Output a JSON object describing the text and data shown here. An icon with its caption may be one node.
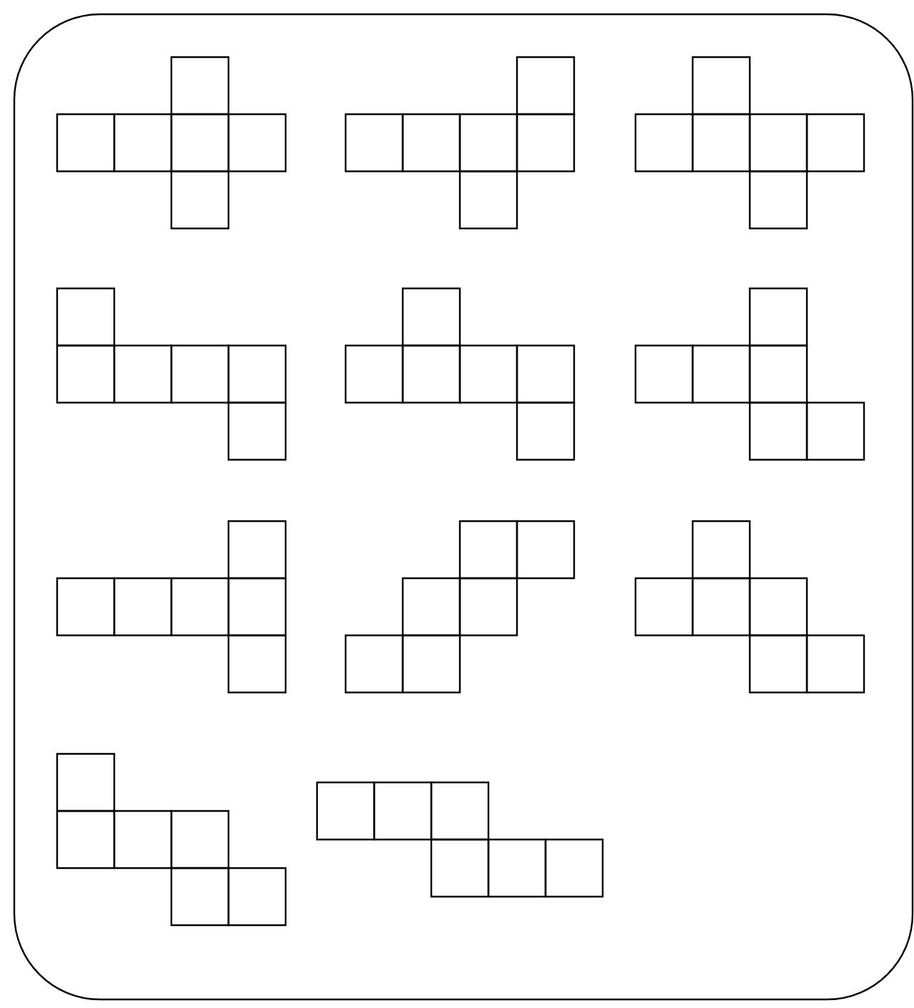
{
  "diagram": {
    "nodes": [
      {
        "text": [],
        "shape": "box"
      },
      {
        "text": [],
        "shape": "box"
      },
      {
        "text": [],
        "shape": "box"
      },
      {
        "text": [],
        "shape": "box"
      },
      {
        "text": [],
        "shape": "box"
      },
      {
        "text": [],
        "shape": "box"
      },
      {
        "text": [],
        "shape": "box"
      },
      {
        "text": [],
        "shape": "box"
      },
      {
        "text": [],
        "shape": "box"
      },
      {
        "text": [],
        "shape": "box"
      },
      {
        "text": [],
        "shape": "box"
      },
      {
        "text": [],
        "shape": "box"
      },
      {
        "text": [],
        "shape": "box"
      },
      {
        "text": [],
        "shape": "box"
      },
      {
        "text": [],
        "shape": "box"
      },
      {
        "text": [],
        "shape": "box"
      },
      {
        "text": [],
        "shape": "box"
      },
      {
        "text": [],
        "shape": "box"
      },
      {
        "text": [],
        "shape": "box"
      },
      {
        "text": [],
        "shape": "box"
      },
      {
        "text": [],
        "shape": "box"
      },
      {
        "text": [],
        "shape": "box"
      },
      {
        "text": [],
        "shape": "box"
      },
      {
        "text": [],
        "shape": "box"
      },
      {
        "text": [],
        "shape": "box"
      },
      {
        "text": [],
        "shape": "box"
      },
      {
        "text": [],
        "shape": "box"
      },
      {
        "text": [],
        "shape": "box"
      },
      {
        "text": [],
        "shape": "box"
      },
      {
        "text": [],
        "shape": "box"
      },
      {
        "text": [],
        "shape": "box"
      },
      {
        "text": [],
        "shape": "box"
      },
      {
        "text": [],
        "shape": "box"
      },
      {
        "text": [],
        "shape": "box"
      },
      {
        "text": [],
        "shape": "box"
      },
      {
        "text": [],
        "shape": "box"
      },
      {
        "text": [],
        "shape": "box"
      },
      {
        "text": [],
        "shape": "box"
      },
      {
        "text": [],
        "shape": "box"
      },
      {
        "text": [],
        "shape": "box"
      },
      {
        "text": [],
        "shape": "box"
      },
      {
        "text": [],
        "shape": "box"
      },
      {
        "text": [],
        "shape": "box"
      },
      {
        "text": [],
        "shape": "box"
      },
      {
        "text": [],
        "shape": "box"
      },
      {
        "text": [],
        "shape": "box"
      },
      {
        "text": [],
        "shape": "box"
      },
      {
        "text": [],
        "shape": "box"
      },
      {
        "text": [],
        "shape": "box"
      },
      {
        "text": [],
        "shape": "box"
      },
      {
        "text": [],
        "shape": "box"
      },
      {
        "text": [],
        "shape": "box"
      },
      {
        "text": [],
        "shape": "box"
      },
      {
        "text": [],
        "shape": "box"
      },
      {
        "text": [],
        "shape": "box"
      },
      {
        "text": [],
        "shape": "box"
      },
      {
        "text": [],
        "shape": "box"
      },
      {
        "text": [],
        "shape": "box"
      },
      {
        "text": [],
        "shape": "box"
      },
      {
        "text": [],
        "shape": "box"
      },
      {
        "text": [],
        "shape": "box"
      },
      {
        "text": [],
        "shape": "box"
      },
      {
        "text": [],
        "shape": "box"
      },
      {
        "text": [],
        "shape": "box"
      },
      {
        "text": [],
        "shape": "box"
      },
      {
        "text": [],
        "shape": "box"
      }
    ]
  }
}
